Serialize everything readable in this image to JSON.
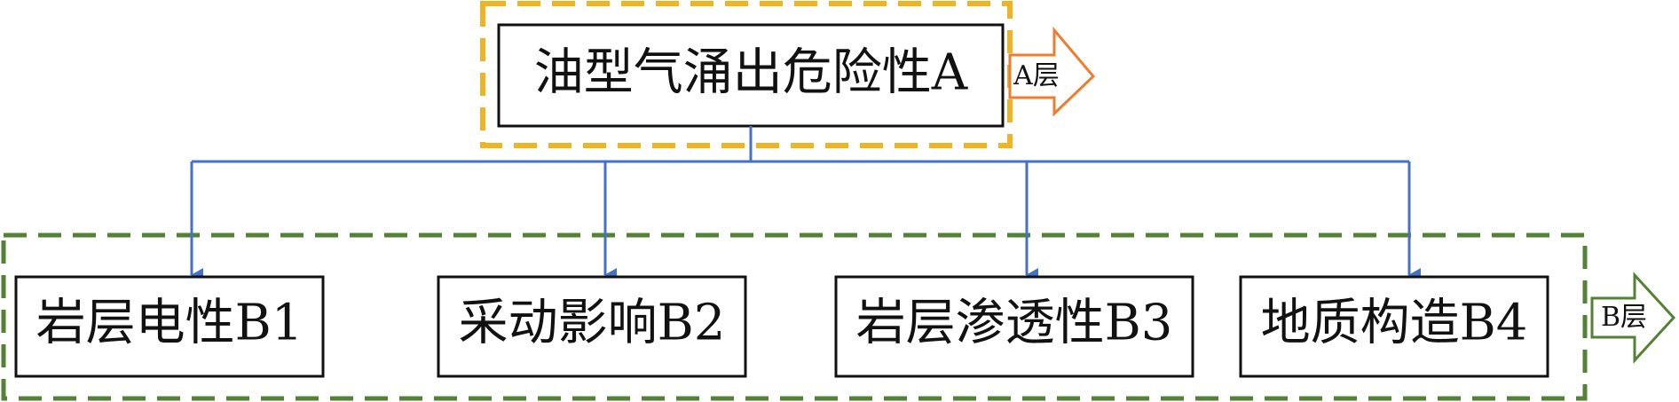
{
  "root": {
    "label": "油型气涌出危险性A"
  },
  "children": [
    {
      "label": "岩层电性B1"
    },
    {
      "label": "采动影响B2"
    },
    {
      "label": "岩层渗透性B3"
    },
    {
      "label": "地质构造B4"
    }
  ],
  "layers": {
    "a": {
      "label": "A层"
    },
    "b": {
      "label": "B层"
    }
  },
  "colors": {
    "a_group_border": "#f0b323",
    "b_group_border": "#548235",
    "a_arrow": "#ed7d31",
    "b_arrow": "#548235",
    "connector": "#4472c4",
    "box_border": "#111111"
  }
}
